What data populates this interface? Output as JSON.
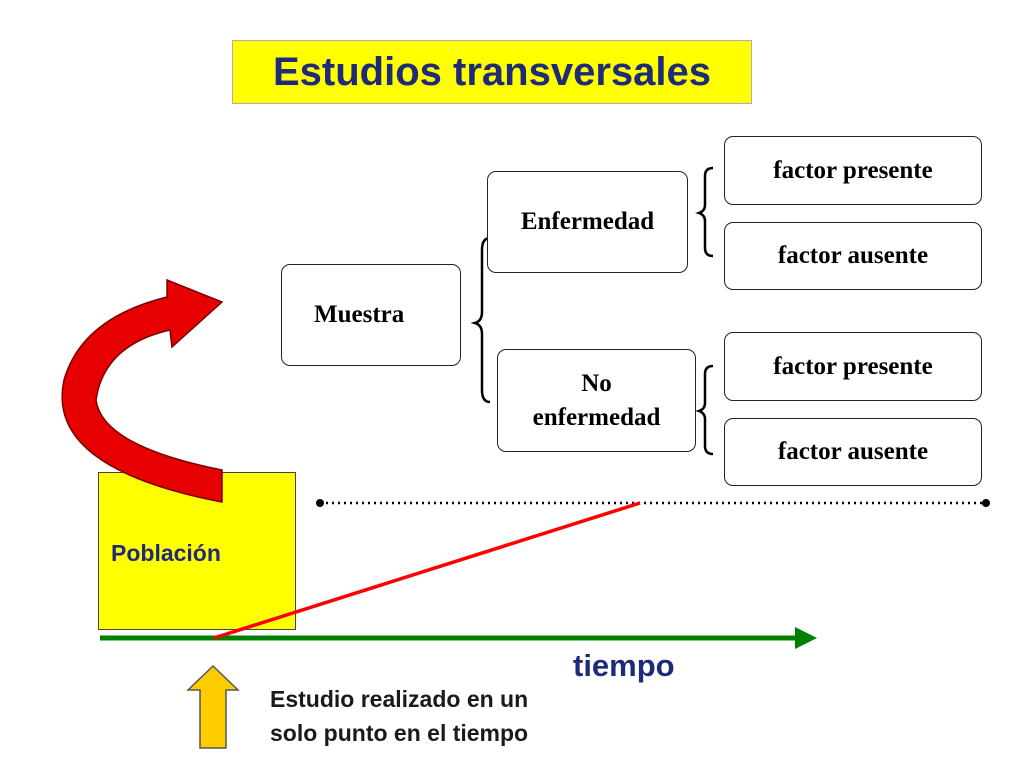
{
  "title": "Estudios transversales",
  "nodes": {
    "muestra": "Muestra",
    "enfermedad": "Enfermedad",
    "no_enfermedad_line1": "No",
    "no_enfermedad_line2": "enfermedad",
    "factor_presente_1": "factor presente",
    "factor_ausente_1": "factor ausente",
    "factor_presente_2": "factor presente",
    "factor_ausente_2": "factor ausente",
    "poblacion": "Población"
  },
  "timeline": {
    "axis_label": "tiempo",
    "caption_line1": "Estudio realizado en un",
    "caption_line2": "solo punto en el tiempo"
  },
  "colors": {
    "title_bg": "#ffff00",
    "title_text": "#1f2a78",
    "poblacion_bg": "#ffff00",
    "curved_arrow": "#e60000",
    "time_axis": "#008000",
    "red_line": "#ff0000",
    "up_arrow": "#ffcc00"
  }
}
